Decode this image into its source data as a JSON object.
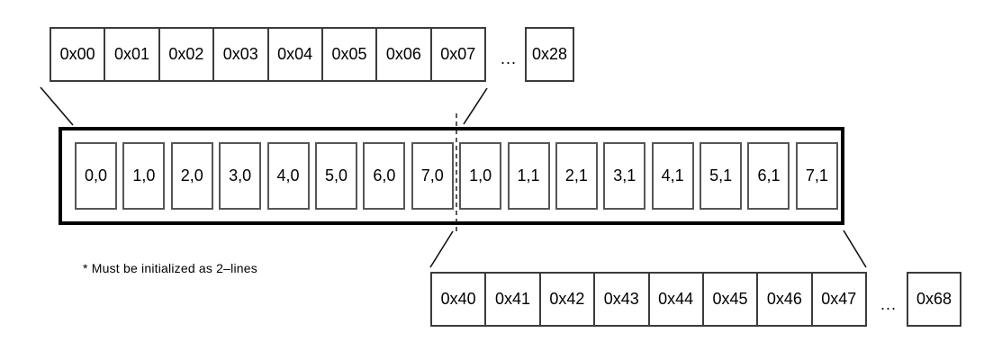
{
  "figure": {
    "top_row": {
      "cells": [
        "0x00",
        "0x01",
        "0x02",
        "0x03",
        "0x04",
        "0x05",
        "0x06",
        "0x07"
      ],
      "ellipsis": "...",
      "tail_cell": "0x28"
    },
    "cache_line": {
      "cells": [
        "0,0",
        "1,0",
        "2,0",
        "3,0",
        "4,0",
        "5,0",
        "6,0",
        "7,0",
        "1,0",
        "1,1",
        "2,1",
        "3,1",
        "4,1",
        "5,1",
        "6,1",
        "7,1"
      ]
    },
    "bottom_row": {
      "cells": [
        "0x40",
        "0x41",
        "0x42",
        "0x43",
        "0x44",
        "0x45",
        "0x46",
        "0x47"
      ],
      "ellipsis": "...",
      "tail_cell": "0x68"
    },
    "footnote": "* Must be initialized as 2–lines",
    "colors": {
      "background": "#ffffff",
      "thick_border": "#000000",
      "thin_border": "#3c3c3c",
      "slot_border": "#565656",
      "line": "#111111",
      "text": "#000000"
    }
  }
}
